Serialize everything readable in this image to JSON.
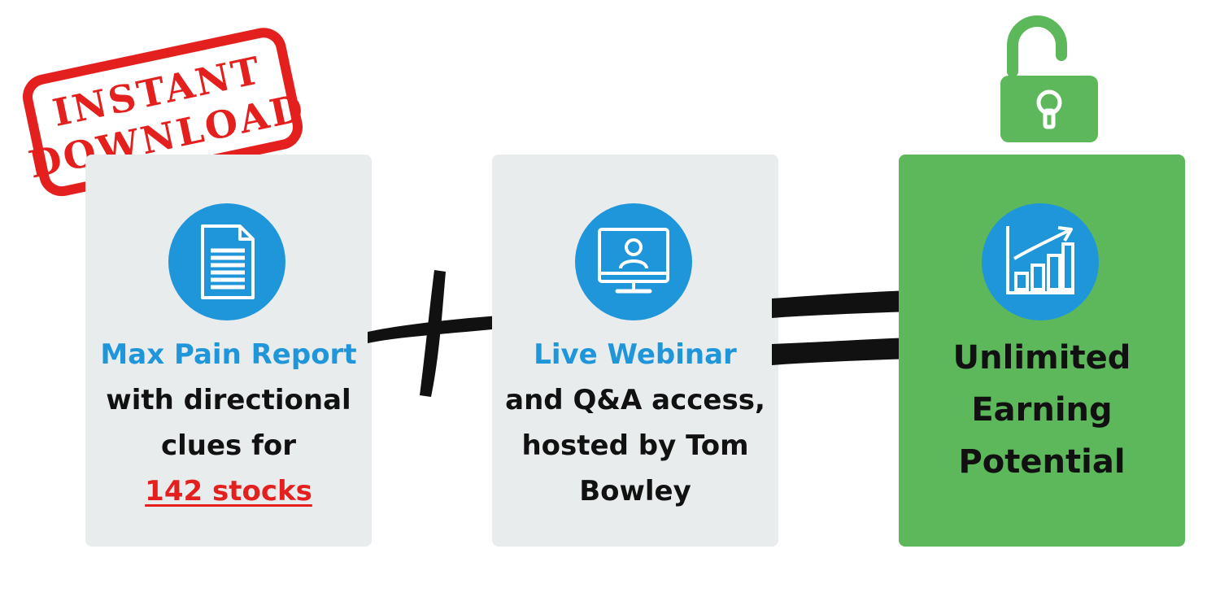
{
  "stamp": {
    "line1": "INSTANT",
    "line2": "DOWNLOAD",
    "color": "#e4201f"
  },
  "report_card": {
    "icon": "document-icon",
    "title": "Max Pain Report",
    "line1": "with directional",
    "line2": "clues for",
    "highlight": "142 stocks"
  },
  "webinar_card": {
    "icon": "webinar-screen-icon",
    "title": "Live Webinar",
    "line1": "and Q&A access,",
    "line2": "hosted by Tom",
    "line3": "Bowley"
  },
  "result_card": {
    "icon": "growth-chart-icon",
    "line1": "Unlimited",
    "line2": "Earning",
    "line3": "Potential"
  },
  "operators": {
    "plus": "plus-icon",
    "equals": "equals-icon"
  },
  "lock": {
    "icon": "unlocked-padlock-icon"
  },
  "colors": {
    "accent_blue": "#1f96d9",
    "card_gray": "#e9eced",
    "result_green": "#5cb85a",
    "highlight_red": "#e4201f",
    "text_dark": "#111111"
  }
}
